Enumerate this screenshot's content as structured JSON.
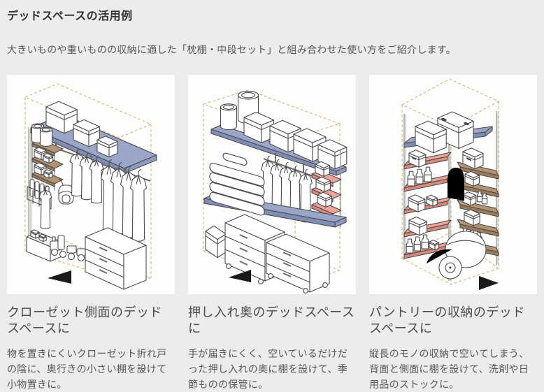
{
  "page": {
    "title": "デッドスペースの活用例",
    "subtitle": "大きいものや重いものの収納に適した「枕棚・中段セット」と組み合わせた使い方をご紹介します。"
  },
  "colors": {
    "background": "#edecea",
    "panel_background": "#fdfdfc",
    "title_text": "#333333",
    "body_text": "#555555",
    "heading_text": "#4a4a4a",
    "line_outline": "#4a4a4a",
    "dashed_guide": "#d9ba8e",
    "shelf_blue": "#9aa6c7",
    "shelf_blue_dark": "#7f8db4",
    "shelf_salmon": "#eda396",
    "shelf_salmon_dark": "#d88a7c",
    "shelf_tan": "#b29472",
    "shelf_tan_dark": "#997b59",
    "arrow_black": "#1a1a1a"
  },
  "examples": [
    {
      "illustration": "closet-side-dead-space",
      "arrow_direction": "left",
      "heading": "クローゼット側面のデッドスペースに",
      "body": "物を置きにくいクローゼット折れ戸の陰に、奥行きの小さい棚を設けて小物置きに。"
    },
    {
      "illustration": "oshiire-back-dead-space",
      "arrow_direction": "left",
      "heading": "押し入れ奥のデッドスペースに",
      "body": "手が届きにくく、空いているだけだった押し入れの奥に棚を設けて、季節ものの保管に。"
    },
    {
      "illustration": "pantry-dead-space",
      "arrow_direction": "right",
      "heading": "パントリーの収納のデッドスペースに",
      "body": "縦長のモノの収納で空いてしまう、背面と側面に棚を設けて、洗剤や日用品のストックに。"
    }
  ]
}
